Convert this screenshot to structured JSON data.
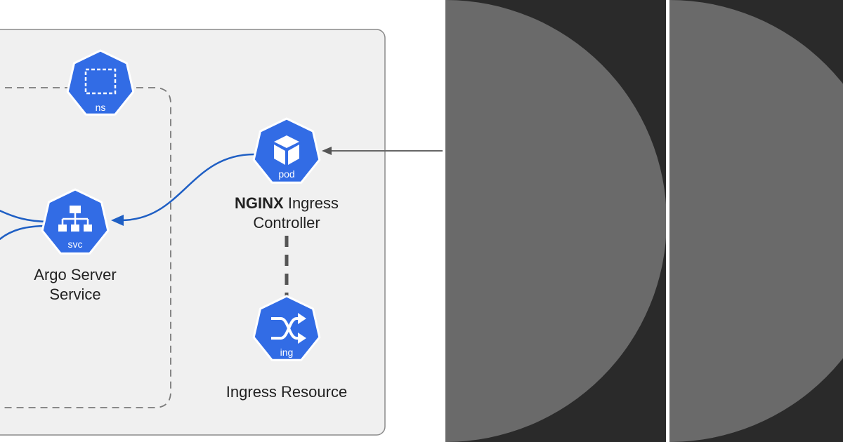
{
  "diagram": {
    "icons": {
      "namespace": {
        "tag": "ns"
      },
      "pod": {
        "tag": "pod"
      },
      "service": {
        "tag": "svc"
      },
      "ingress": {
        "tag": "ing"
      }
    },
    "labels": {
      "nginx_bold": "NGINX",
      "nginx_rest": "Ingress",
      "nginx_line2": "Controller",
      "argo_line1": "Argo Server",
      "argo_line2": "Service",
      "ingress_resource": "Ingress Resource"
    }
  },
  "colors": {
    "k8s_blue": "#326ce5",
    "connector_blue": "#1f5fc4",
    "cluster_fill": "#f0f0f0",
    "cluster_stroke": "#8a8a8a",
    "dark_panel": "#2a2a2a",
    "circle_gray": "#6a6a6a"
  }
}
